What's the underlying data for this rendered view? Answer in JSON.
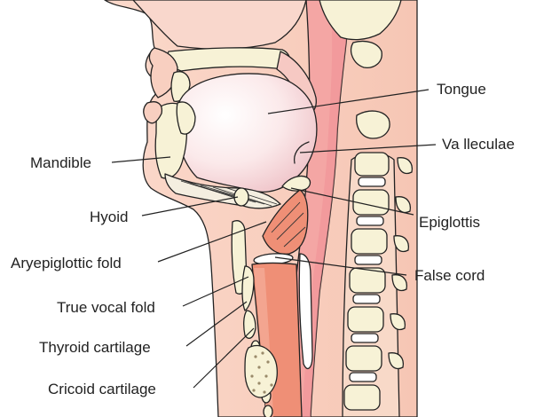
{
  "labels": {
    "tongue": "Tongue",
    "valleculae": "Va lleculae",
    "mandible": "Mandible",
    "epiglottis": "Epiglottis",
    "hyoid": "Hyoid",
    "aryepiglottic_fold": "Aryepiglottic fold",
    "false_cord": "False cord",
    "true_vocal_fold": "True vocal fold",
    "thyroid_cartilage": "Thyroid cartilage",
    "cricoid_cartilage": "Cricoid cartilage"
  },
  "colors": {
    "skin": "#f8d2c2",
    "airway": "#f4a6a4",
    "tongue": "#f6dadd",
    "bone": "#f7f2d6",
    "trachea": "#ef9178",
    "outline": "#222222"
  }
}
